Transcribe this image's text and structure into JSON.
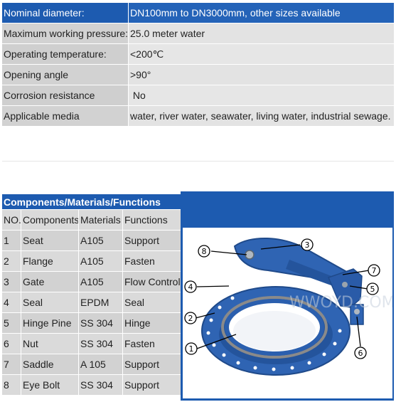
{
  "specs": [
    {
      "label": "Nominal diameter:",
      "value": "DN100mm to DN3000mm, other sizes available"
    },
    {
      "label": "Maximum working pressure:",
      "value": "25.0 meter water"
    },
    {
      "label": "Operating temperature:",
      "value": "<200℃"
    },
    {
      "label": "Opening angle",
      "value": ">90°"
    },
    {
      "label": "Corrosion resistance",
      "value": " No"
    },
    {
      "label": "Applicable media",
      "value": "water, river water, seawater, living water, industrial sewage."
    }
  ],
  "components": {
    "title": "Components/Materials/Functions",
    "headers": [
      "NO.",
      "Components",
      "Materials",
      "Functions"
    ],
    "rows": [
      [
        "1",
        "Seat",
        "A105",
        "Support"
      ],
      [
        "2",
        "Flange",
        "A105",
        "Fasten"
      ],
      [
        "3",
        "Gate",
        "A105",
        "Flow Control"
      ],
      [
        "4",
        "Seal",
        "EPDM",
        "Seal"
      ],
      [
        "5",
        "Hinge Pine",
        "SS 304",
        "Hinge"
      ],
      [
        "6",
        "Nut",
        "SS 304",
        "Fasten"
      ],
      [
        "7",
        "Saddle",
        "A 105",
        "Support"
      ],
      [
        "8",
        "Eye Bolt",
        "SS 304",
        "Support"
      ]
    ]
  },
  "diagram": {
    "callouts": [
      "8",
      "3",
      "4",
      "7",
      "5",
      "2",
      "1",
      "6"
    ]
  },
  "colors": {
    "header_blue": "#1d5bb0",
    "valve_blue": "#2f64b3",
    "seal_gray": "#8a8a8a"
  }
}
